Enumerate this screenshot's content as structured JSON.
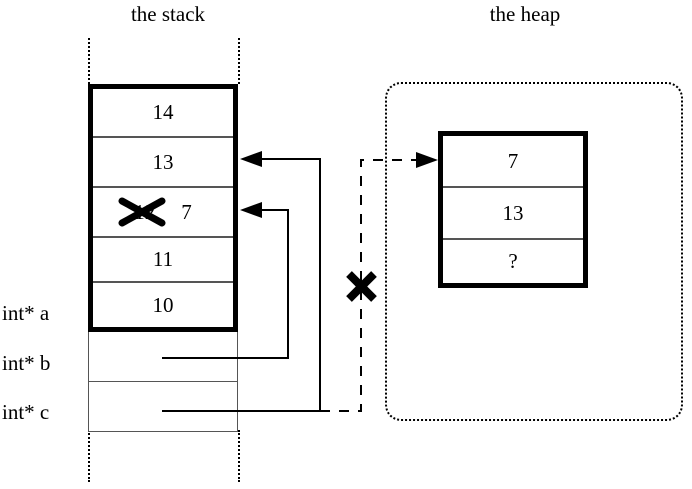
{
  "titles": {
    "stack": "the stack",
    "heap": "the heap"
  },
  "stack": {
    "live_cells": [
      {
        "value": "14",
        "struck": ""
      },
      {
        "value": "13",
        "struck": ""
      },
      {
        "value": "7",
        "struck": "12"
      },
      {
        "value": "11",
        "struck": ""
      },
      {
        "value": "10",
        "struck": ""
      }
    ],
    "variables": [
      {
        "label": "int* a"
      },
      {
        "label": "int* b"
      },
      {
        "label": "int* c"
      }
    ]
  },
  "heap": {
    "cells": [
      {
        "value": "7"
      },
      {
        "value": "13"
      },
      {
        "value": "?"
      }
    ]
  },
  "annotations": {
    "broken_link_mark": "X",
    "struck_value_mark": "X"
  },
  "colors": {
    "ink": "#000000",
    "rule": "#555555",
    "background": "#ffffff"
  }
}
